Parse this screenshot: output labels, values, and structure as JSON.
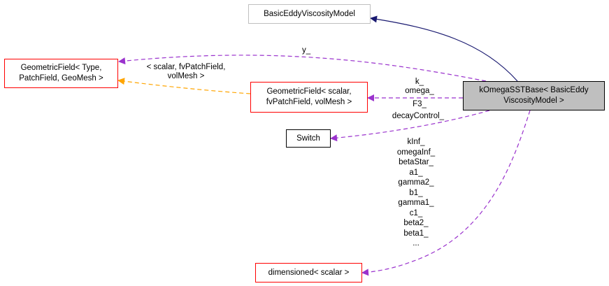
{
  "nodes": {
    "basic_eddy": "BasicEddyViscosityModel",
    "geometric_field_template": [
      "GeometricField< Type,",
      "PatchField, GeoMesh >"
    ],
    "geometric_field_scalar": [
      "GeometricField< scalar,",
      "fvPatchField, volMesh >"
    ],
    "komega": [
      "kOmegaSSTBase< BasicEddy",
      "ViscosityModel >"
    ],
    "switch": "Switch",
    "dimensioned": "dimensioned< scalar >"
  },
  "edge_labels": {
    "y": "y_",
    "template_args": [
      "< scalar, fvPatchField,",
      "volMesh >"
    ],
    "geometric_members": [
      "k_",
      "omega_",
      "F3_"
    ],
    "switch_members": [
      "decayControl_"
    ],
    "dimensioned_members": [
      "kInf_",
      "omegaInf_",
      "betaStar_",
      "a1_",
      "gamma2_",
      "b1_",
      "gamma1_",
      "c1_",
      "beta2_",
      "beta1_",
      "..."
    ]
  },
  "colors": {
    "inheritance": "#191970",
    "usage": "#9a32cd",
    "template": "#ffa500",
    "focus_fill": "#bfbfbf",
    "red_border": "#ff0000",
    "gray_border": "#bfbfbf"
  }
}
